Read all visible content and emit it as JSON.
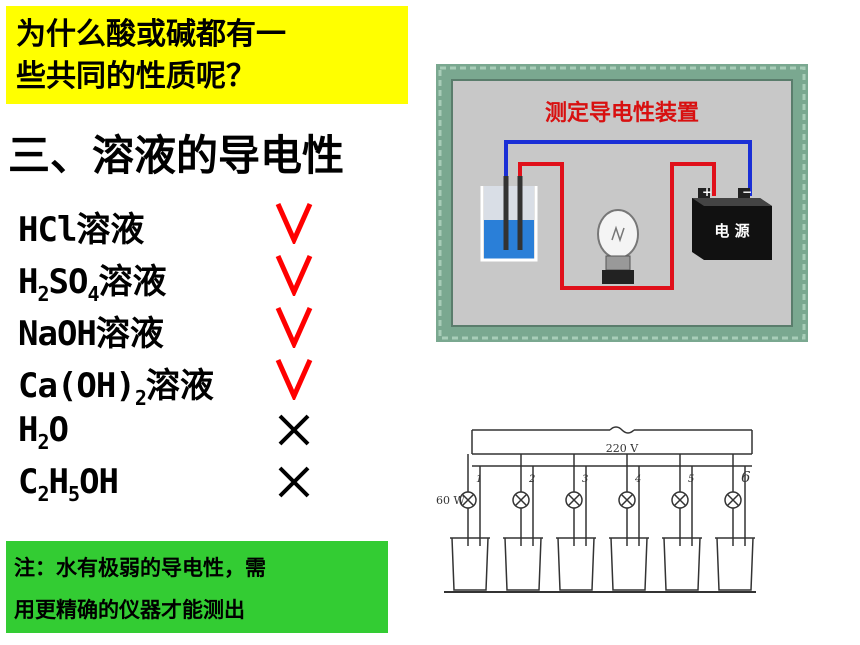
{
  "question": {
    "line1": "为什么酸或碱都有一",
    "line2": "些共同的性质呢？"
  },
  "section_title": "三、溶液的导电性",
  "items": [
    {
      "text": "HCl溶液",
      "result": "√"
    },
    {
      "text": "H2SO4溶液",
      "result": "√"
    },
    {
      "text": "NaOH溶液",
      "result": "√"
    },
    {
      "text": "Ca(OH)2溶液",
      "result": "√"
    },
    {
      "text": "H2O",
      "result": "×"
    },
    {
      "text": "C2H5OH",
      "result": "×"
    }
  ],
  "note": {
    "line1": "注：水有极弱的导电性，需",
    "line2": "用更精确的仪器才能测出"
  },
  "apparatus": {
    "title": "测定导电性装置",
    "power_label": "电 源",
    "plus": "+",
    "minus": "−"
  },
  "circuit": {
    "voltage": "220 V",
    "power": "60 W",
    "lamps": [
      "1",
      "2",
      "3",
      "4",
      "5",
      "6"
    ]
  },
  "colors": {
    "question_bg": "#ffff00",
    "note_bg": "#33cc33",
    "check": "#ff0000",
    "cross": "#000000",
    "frame": "#7aa890",
    "panel": "#c8c8c8",
    "wire_blue": "#1a2fd6",
    "wire_red": "#e0101a",
    "title_red": "#d81010"
  }
}
